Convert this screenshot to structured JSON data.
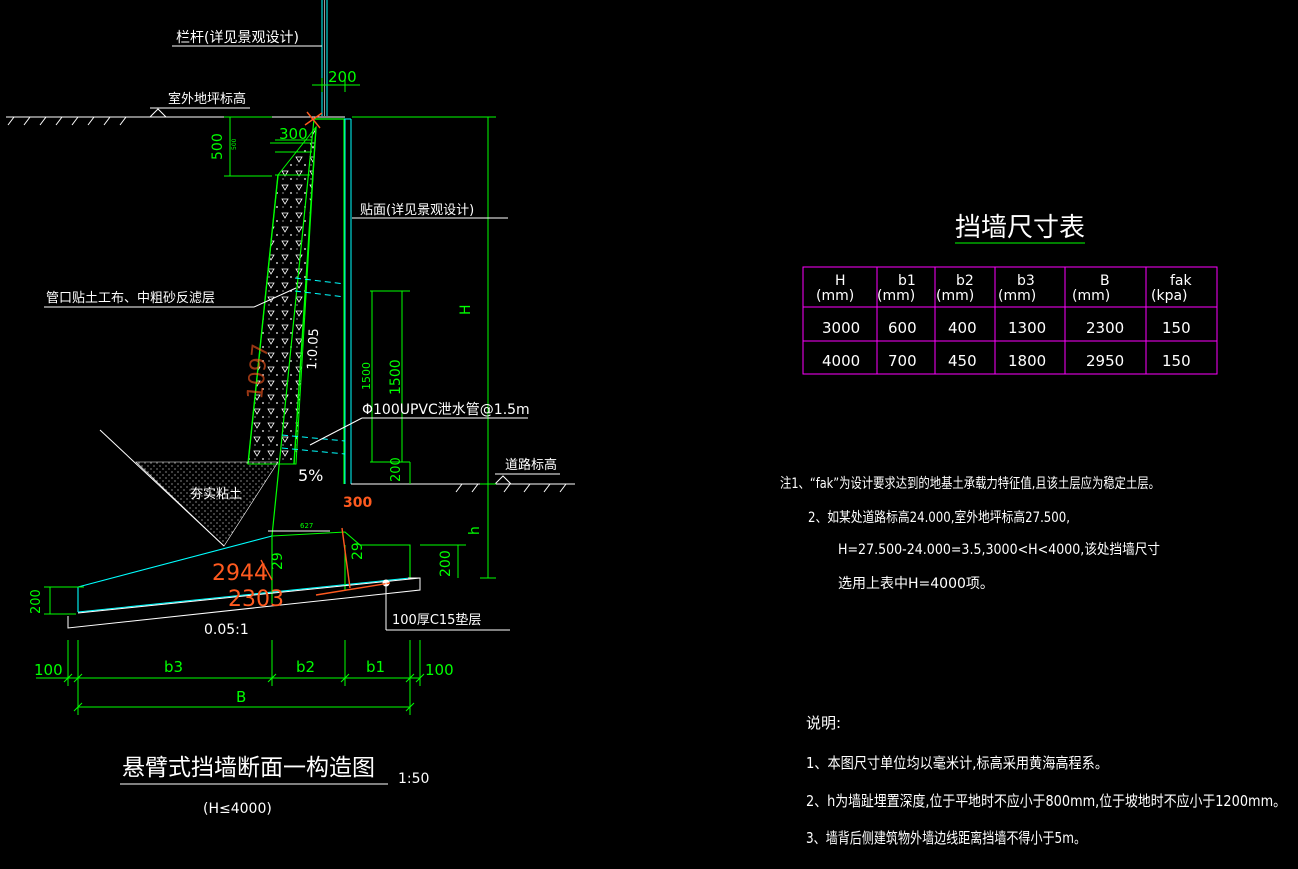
{
  "drawing": {
    "railing_label": "栏杆(详见景观设计)",
    "outdoor_ground_label": "室外地坪标高",
    "facing_label": "贴面(详见景观设计)",
    "filter_label": "管口贴土工布、中粗砂反滤层",
    "drain_pipe_label": "Φ100UPVC泄水管@1.5m",
    "road_level_label": "道路标高",
    "compacted_fill_label": "夯实粘土",
    "cushion_label": "100厚C15垫层",
    "slope_wall": "1:0.05",
    "slope_base": "0.05:1",
    "drain_slope": "5%",
    "dim_200_top": "200",
    "dim_300": "300",
    "dim_500": "500",
    "dim_500_small": "500",
    "dim_1500": "1500",
    "dim_1500_small": "1500",
    "dim_200_mid": "200",
    "dim_H": "H",
    "dim_h": "h",
    "dim_300_red": "300",
    "dim_200_right": "200",
    "dim_200_left": "200",
    "dim_627": "627",
    "dim_29_a": "29",
    "dim_29_b": "29",
    "red_2944": "2944",
    "red_2303": "2303",
    "red_1097": "1097",
    "bottom_dims": {
      "left100": "100",
      "b3": "b3",
      "b2": "b2",
      "b1": "b1",
      "right100": "100",
      "B": "B"
    },
    "title": "悬臂式挡墙断面一构造图",
    "scale": "1:50",
    "subtitle": "(H≤4000)"
  },
  "table": {
    "title": "挡墙尺寸表",
    "headers": [
      {
        "top": "H",
        "bottom": "(mm)"
      },
      {
        "top": "b1",
        "bottom": "(mm)"
      },
      {
        "top": "b2",
        "bottom": "(mm)"
      },
      {
        "top": "b3",
        "bottom": "(mm)"
      },
      {
        "top": "B",
        "bottom": "(mm)"
      },
      {
        "top": "fak",
        "bottom": "(kpa)"
      }
    ],
    "rows": [
      [
        "3000",
        "600",
        "400",
        "1300",
        "2300",
        "150"
      ],
      [
        "4000",
        "700",
        "450",
        "1800",
        "2950",
        "150"
      ]
    ]
  },
  "notes": {
    "n1": "注1、“fak”为设计要求达到的地基土承载力特征值,且该土层应为稳定土层。",
    "n2": "2、如某处道路标高24.000,室外地坪标高27.500,",
    "n3": "H=27.500-24.000=3.5,3000<H<4000,该处挡墙尺寸",
    "n4": "选用上表中H=4000项。"
  },
  "explanation": {
    "heading": "说明:",
    "e1": "1、本图尺寸单位均以毫米计,标高采用黄海高程系。",
    "e2": "2、h为墙趾埋置深度,位于平地时不应小于800mm,位于坡地时不应小于1200mm。",
    "e3": "3、墙背后侧建筑物外墙边线距离挡墙不得小于5m。"
  },
  "colors": {
    "background": "#000000",
    "line_green": "#00ff00",
    "cyan": "#00ffff",
    "white": "#ffffff",
    "red": "#ff5a1f",
    "magenta": "#ff00ff"
  }
}
